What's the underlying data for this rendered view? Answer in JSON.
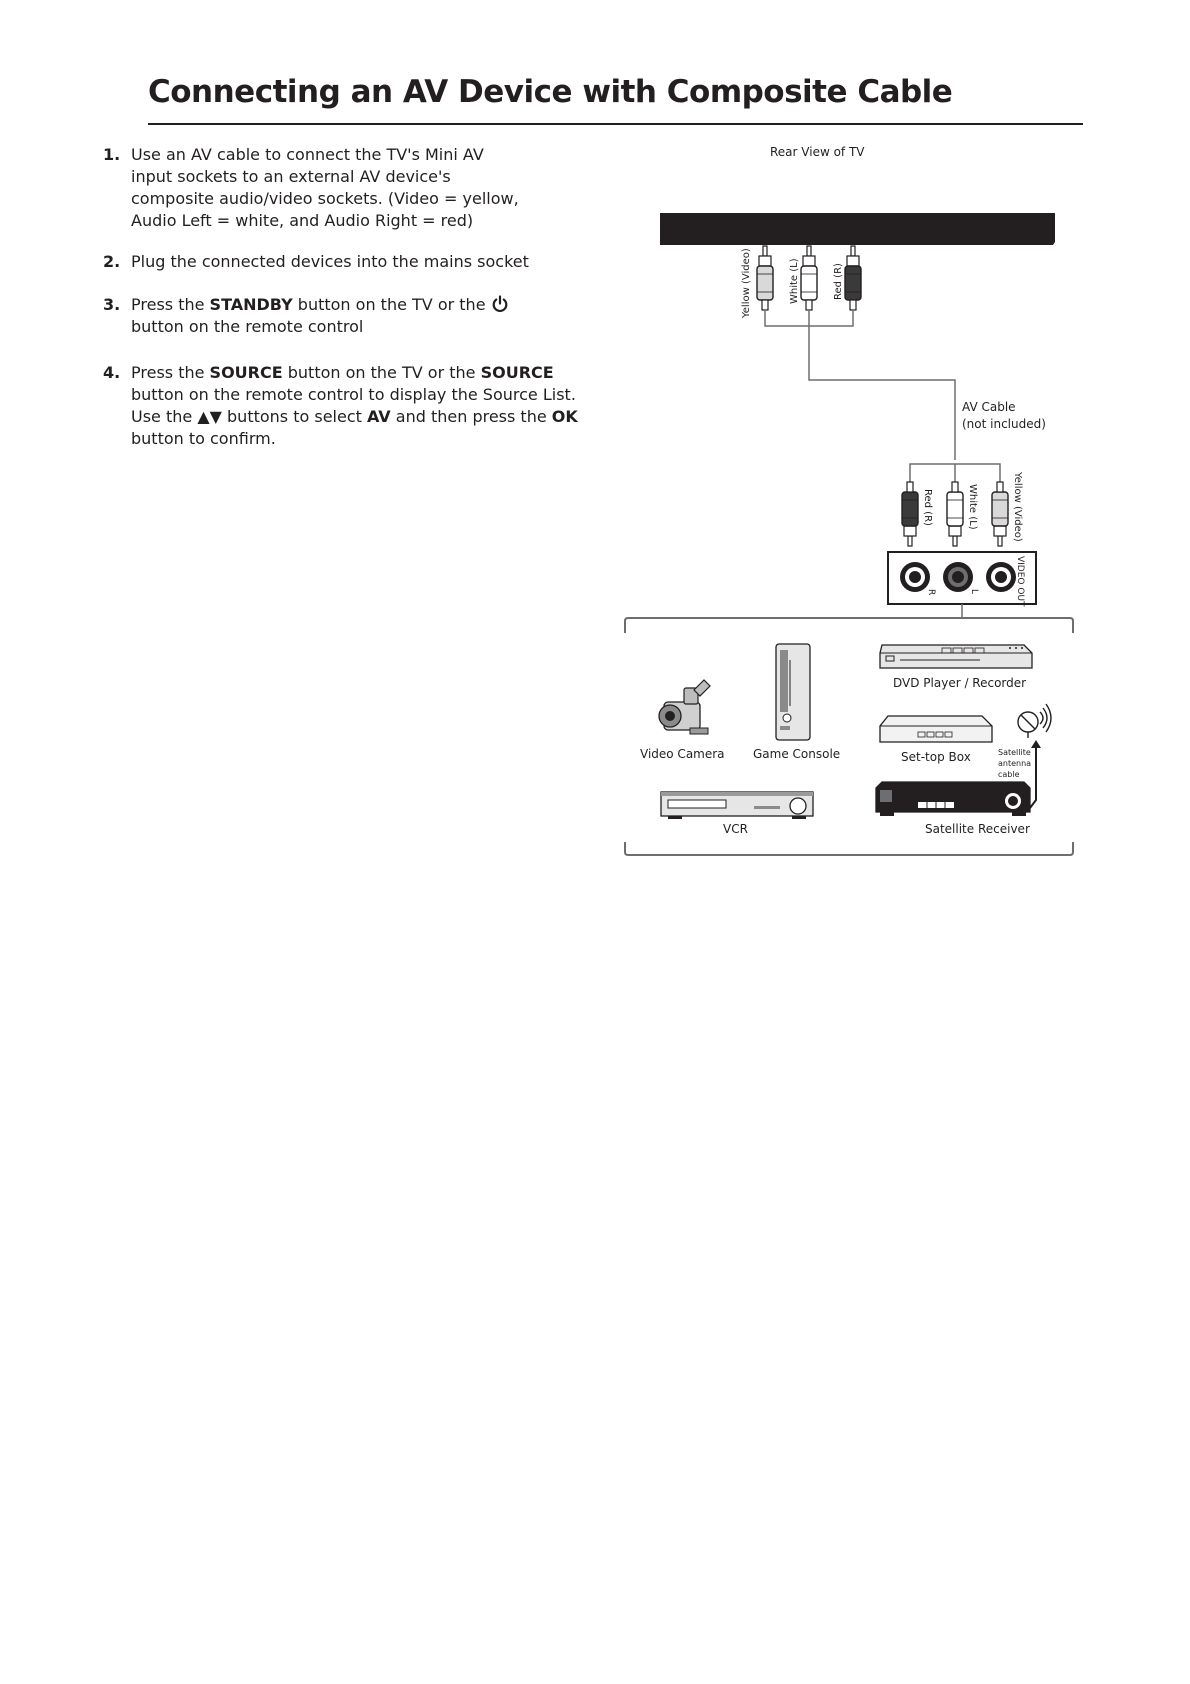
{
  "title": "Connecting an AV Device with Composite Cable",
  "steps": [
    {
      "num": "1.",
      "line1": "Use an AV cable to connect the TV's  Mini AV",
      "line2": "input sockets to an external AV device's",
      "line3": "composite audio/video sockets. (Video = yellow,",
      "line4": "Audio Left = white, and Audio Right = red)"
    },
    {
      "num": "2.",
      "line1": "Plug the connected devices into the mains socket"
    },
    {
      "num": "3.",
      "a": "Press the ",
      "b": "STANDBY",
      "c": " button ",
      "d": "on  the TV or the ",
      "line2": "button on the remote control"
    },
    {
      "num": "4.",
      "a": "Press the ",
      "b": "SOURCE",
      "c": " button ",
      "d": "on  the TV or the ",
      "e": "SOURCE",
      "line2": "button on the remote control to  display the Source List.",
      "l3a": "Use the ",
      "l3b": "▲▼",
      "l3c": " buttons to select  ",
      "l3d": "AV",
      "l3e": " and then press the ",
      "l3f": "OK",
      "line4": "button to confirm."
    }
  ],
  "diagram": {
    "rear_view_label": "Rear View of TV",
    "tv_plug_labels": [
      "Yellow (Video)",
      "White (L)",
      "Red (R)"
    ],
    "av_cable_label_1": "AV Cable",
    "av_cable_label_2": "(not included)",
    "device_plug_labels": [
      "Red (R)",
      "White (L)",
      "Yellow (Video)"
    ],
    "socket_labels": [
      "R",
      "L",
      "VIDEO OUT"
    ],
    "devices": {
      "video_camera": "Video Camera",
      "game_console": "Game Console",
      "dvd": "DVD Player / Recorder",
      "settop": "Set-top Box",
      "vcr": "VCR",
      "satellite_receiver": "Satellite Receiver",
      "satellite_antenna_1": "Satellite",
      "satellite_antenna_2": "antenna",
      "satellite_antenna_3": "cable"
    },
    "colors": {
      "black": "#231f20",
      "white": "#ffffff",
      "grey": "#6d6e71"
    }
  }
}
